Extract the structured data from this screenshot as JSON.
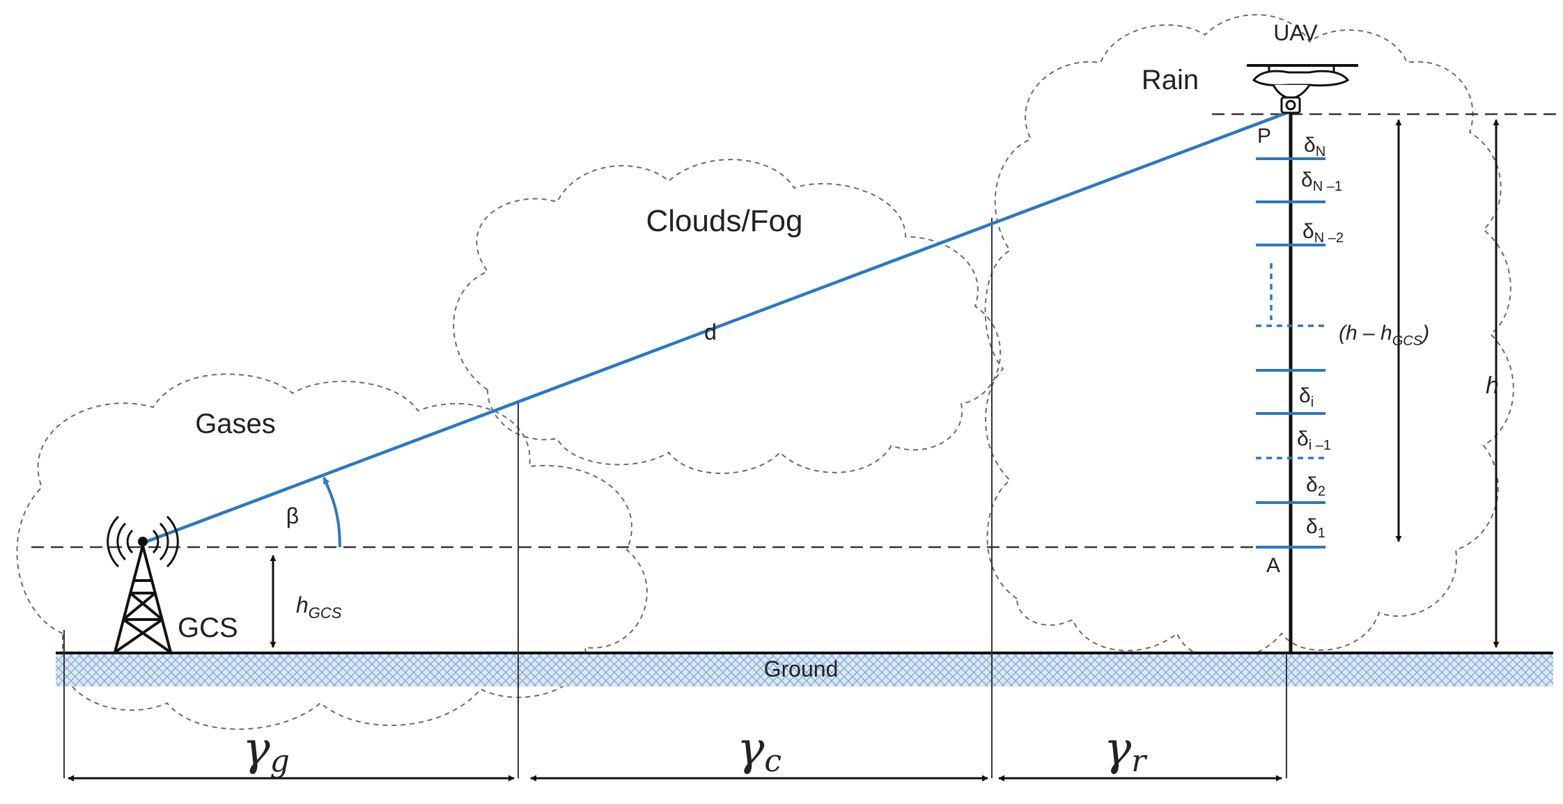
{
  "regions": {
    "rain": "Rain",
    "clouds": "Clouds/Fog",
    "gases": "Gases",
    "ground": "Ground"
  },
  "nodes": {
    "uav": "UAV",
    "gcs": "GCS",
    "point_p": "P",
    "point_a": "A"
  },
  "symbols": {
    "distance": "d",
    "elevation_angle": "β",
    "gamma_g": {
      "base": "γ",
      "sub": "g"
    },
    "gamma_c": {
      "base": "γ",
      "sub": "c"
    },
    "gamma_r": {
      "base": "γ",
      "sub": "r"
    },
    "h": "h",
    "h_gcs": {
      "base": "h",
      "sub": "GCS"
    },
    "h_minus_hgcs": {
      "open": "(h – h",
      "sub": "GCS",
      "close": ")"
    }
  },
  "rain_layers": {
    "delta_n": {
      "base": "δ",
      "sub": "N"
    },
    "delta_n1": {
      "base": "δ",
      "sub": "N –1"
    },
    "delta_n2": {
      "base": "δ",
      "sub": "N –2"
    },
    "delta_i": {
      "base": "δ",
      "sub": "i"
    },
    "delta_i1": {
      "base": "δ",
      "sub": "i –1"
    },
    "delta_2": {
      "base": "δ",
      "sub": "2"
    },
    "delta_1": {
      "base": "δ",
      "sub": "1"
    }
  },
  "colors": {
    "link": "#2b78c2",
    "line": "#111111",
    "ground_fill": "#b9d3ee"
  }
}
